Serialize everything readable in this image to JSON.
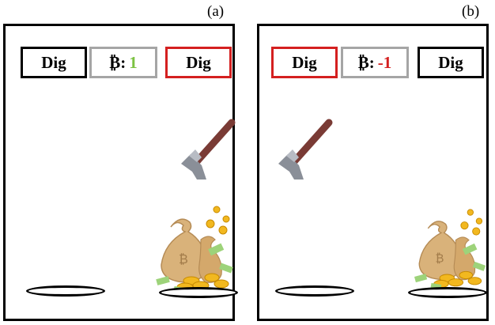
{
  "panels": [
    {
      "label": "(a)",
      "left_button": "Dig",
      "right_button": "Dig",
      "active_button": "right",
      "score_symbol": "₿:",
      "score_value": "1",
      "score_color": "#7cc242"
    },
    {
      "label": "(b)",
      "left_button": "Dig",
      "right_button": "Dig",
      "active_button": "left",
      "score_symbol": "₿:",
      "score_value": "-1",
      "score_color": "#d42020"
    }
  ],
  "icons": {
    "tool": "pickaxe-icon",
    "reward": "money-bag-coins-icon",
    "hole": "hole-outline"
  },
  "colors": {
    "active_border": "#d42020",
    "neutral_border": "#000000",
    "score_border": "#a5a5a5"
  }
}
